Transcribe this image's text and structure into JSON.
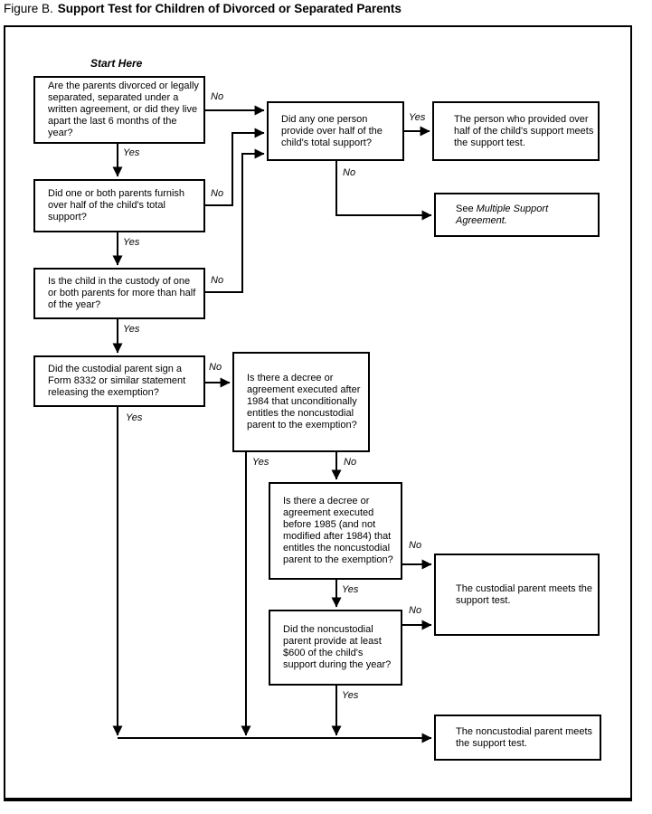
{
  "title": {
    "prefix": "Figure B.",
    "text": "Support Test for Children of Divorced or Separated Parents"
  },
  "start_here": "Start Here",
  "labels": {
    "yes": "Yes",
    "no": "No"
  },
  "boxes": {
    "q_divorced": "Are the parents divorced or legally separated, separated under a written agreement, or did they live apart the last 6 months of the year?",
    "q_parents_half_support": "Did one or both parents furnish over half of the child's total support?",
    "q_one_person_half": "Did any one person provide over half of the child's total support?",
    "r_person_meets": "The person who provided over half of the child's support meets the support test.",
    "r_see_msa_prefix": "See ",
    "r_see_msa_italic": "Multiple Support Agreement.",
    "q_custody": "Is the child in the custody of one or both parents for more than half of the year?",
    "q_form_8332": "Did the custodial parent sign a Form 8332 or similar statement releasing the exemption?",
    "q_decree_after_1984": "Is there a decree or agreement executed after 1984 that unconditionally entitles the noncustodial parent to the exemption?",
    "q_decree_before_1985": "Is there a decree or agreement executed before 1985 (and not modified after 1984) that entitles the noncustodial parent to the exemption?",
    "q_600_support": "Did the noncustodial parent provide at least $600 of the child's support during the year?",
    "r_custodial_meets": "The custodial parent meets the support test.",
    "r_noncustodial_meets": "The noncustodial parent meets the support test."
  }
}
